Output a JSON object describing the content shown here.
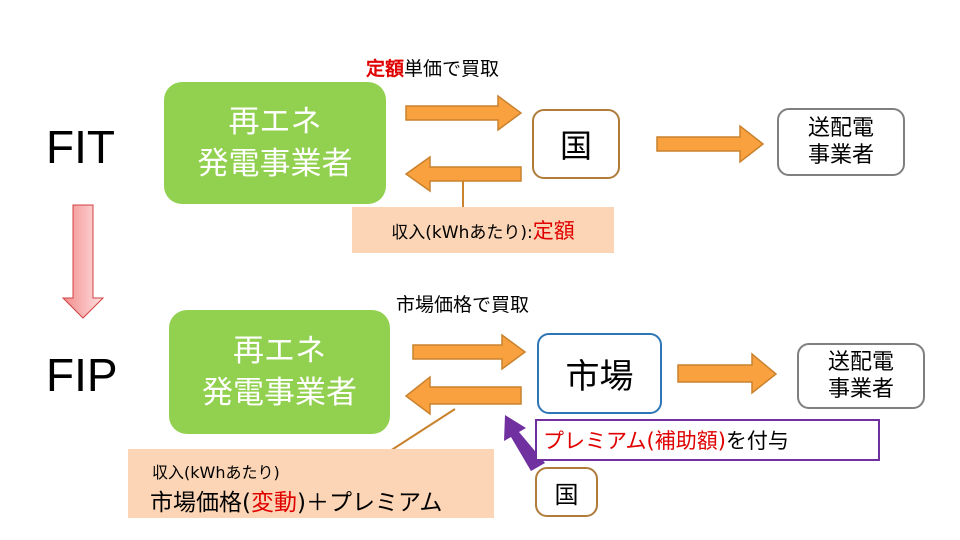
{
  "colors": {
    "generator_fill": "#92d050",
    "arrow_fill": "#f9a03f",
    "arrow_stroke": "#c9822e",
    "gov_border": "#b07c3a",
    "market_border": "#2e75b6",
    "grid_border": "#7f7f7f",
    "income_fill": "#fbd5b5",
    "premium_border": "#7030a0",
    "premium_arrow": "#7030a0",
    "transition_arrow": "#f4a0a0",
    "emphasis_red": "#e00000"
  },
  "fit": {
    "label": "FIT",
    "generator": {
      "line1": "再エネ",
      "line2": "発電事業者"
    },
    "purchase_caption": {
      "emphasis": "定額",
      "rest": "単価で買取"
    },
    "buyer": "国",
    "grid": {
      "line1": "送配電",
      "line2": "事業者"
    },
    "income": {
      "prefix": "収入(kWhあたり): ",
      "emphasis": "定額"
    }
  },
  "transition_arrow": "down-arrow",
  "fip": {
    "label": "FIP",
    "generator": {
      "line1": "再エネ",
      "line2": "発電事業者"
    },
    "purchase_caption": "市場価格で買取",
    "buyer": "市場",
    "grid": {
      "line1": "送配電",
      "line2": "事業者"
    },
    "income": {
      "line1": "収入(kWhあたり)",
      "line2_prefix": "市場価格(",
      "line2_emphasis": "変動",
      "line2_suffix": ")＋プレミアム"
    },
    "premium": {
      "emphasis": "プレミアム(補助額)",
      "rest": "を付与"
    },
    "government": "国"
  }
}
